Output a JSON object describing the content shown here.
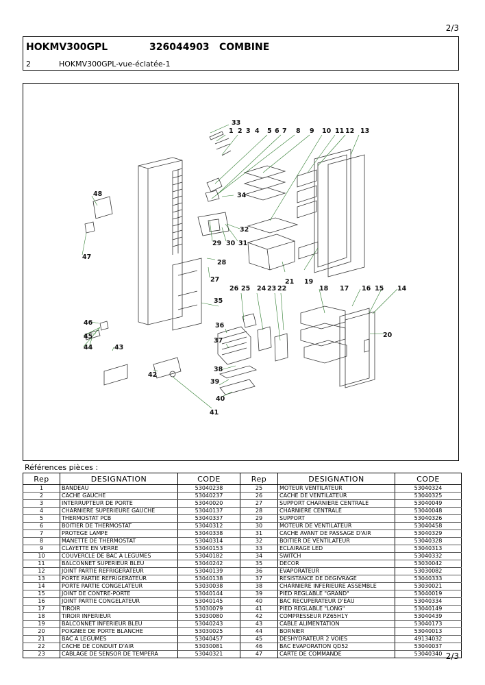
{
  "page": {
    "indicator_top": "2/3",
    "indicator_bottom": "2/3"
  },
  "header": {
    "model": "HOKMV300GPL",
    "code": "326044903",
    "type": "COMBINE",
    "view_number": "2",
    "view_name": "HOKMV300GPL-vue-éclatée-1"
  },
  "drawing": {
    "callouts": [
      "1",
      "2",
      "3",
      "4",
      "5",
      "6",
      "7",
      "8",
      "9",
      "10",
      "11",
      "12",
      "13",
      "14",
      "15",
      "16",
      "17",
      "18",
      "19",
      "20",
      "21",
      "22",
      "23",
      "24",
      "25",
      "26",
      "27",
      "28",
      "29",
      "30",
      "31",
      "32",
      "33",
      "34",
      "35",
      "36",
      "37",
      "38",
      "39",
      "40",
      "41",
      "42",
      "43",
      "44",
      "45",
      "46",
      "47",
      "48"
    ]
  },
  "references": {
    "label": "Références pièces  :",
    "columns": [
      "Rep",
      "DESIGNATION",
      "CODE",
      "Rep",
      "DESIGNATION",
      "CODE"
    ],
    "rows": [
      [
        "1",
        "BANDEAU",
        "53040238",
        "25",
        "MOTEUR VENTILATEUR",
        "53040324"
      ],
      [
        "2",
        "CACHE GAUCHE",
        "53040237",
        "26",
        "CACHE DE VENTILATEUR",
        "53040325"
      ],
      [
        "3",
        "INTERRUPTEUR DE PORTE",
        "53040020",
        "27",
        "SUPPORT CHARNIERE CENTRALE",
        "53040049"
      ],
      [
        "4",
        "CHARNIERE SUPERIEURE GAUCHE",
        "53040137",
        "28",
        "CHARNIERE CENTRALE",
        "53040048"
      ],
      [
        "5",
        "THERMOSTAT PCB",
        "53040337",
        "29",
        "SUPPORT",
        "53040326"
      ],
      [
        "6",
        "BOITIER DE THERMOSTAT",
        "53040312",
        "30",
        "MOTEUR DE VENTILATEUR",
        "53040458"
      ],
      [
        "7",
        "PROTEGE LAMPE",
        "53040338",
        "31",
        "CACHE AVANT DE PASSAGE D'AIR",
        "53040329"
      ],
      [
        "8",
        "MANETTE DE THERMOSTAT",
        "53040314",
        "32",
        "BOITIER DE VENTILATEUR",
        "53040328"
      ],
      [
        "9",
        "CLAYETTE EN VERRE",
        "53040153",
        "33",
        "ECLAIRAGE LED",
        "53040313"
      ],
      [
        "10",
        "COUVERCLE DE BAC A LEGUMES",
        "53040182",
        "34",
        "SWITCH",
        "53040332"
      ],
      [
        "11",
        "BALCONNET SUPERIEUR BLEU",
        "53040242",
        "35",
        "DECOR",
        "53030042"
      ],
      [
        "12",
        "JOINT PARTIE REFRIGERATEUR",
        "53040139",
        "36",
        "EVAPORATEUR",
        "53030082"
      ],
      [
        "13",
        "PORTE PARTIE REFRIGERATEUR",
        "53040138",
        "37",
        "RESISTANCE DE DEGIVRAGE",
        "53040333"
      ],
      [
        "14",
        "PORTE PARTIE CONGELATEUR",
        "53030038",
        "38",
        "CHARNIERE INFERIEURE ASSEMBLE",
        "53030021"
      ],
      [
        "15",
        "JOINT DE CONTRE-PORTE",
        "53040144",
        "39",
        "PIED REGLABLE \"GRAND\"",
        "53040019"
      ],
      [
        "16",
        "JOINT PARTIE CONGELATEUR",
        "53040145",
        "40",
        "BAC RECUPERATEUR D'EAU",
        "53040334"
      ],
      [
        "17",
        "TIROIR",
        "53030079",
        "41",
        "PIED REGLABLE \"LONG\"",
        "53040149"
      ],
      [
        "18",
        "TIROIR INFERIEUR",
        "53030080",
        "42",
        "COMPRESSEUR PZ65H1Y",
        "53040439"
      ],
      [
        "19",
        "BALCONNET INFERIEUR BLEU",
        "53040243",
        "43",
        "CABLE ALIMENTATION",
        "53040173"
      ],
      [
        "20",
        "POIGNEE DE PORTE BLANCHE",
        "53030025",
        "44",
        "BORNIER",
        "53040013"
      ],
      [
        "21",
        "BAC A LEGUMES",
        "53040457",
        "45",
        "DESHYDRATEUR 2 VOIES",
        "49134032"
      ],
      [
        "22",
        "CACHE DE CONDUIT D'AIR",
        "53030081",
        "46",
        "BAC EVAPORATION QD52",
        "53040037"
      ],
      [
        "23",
        "CABLAGE DE SENSOR DE TEMPERA",
        "53040321",
        "47",
        "CARTE DE COMMANDE",
        "53040340"
      ]
    ]
  }
}
